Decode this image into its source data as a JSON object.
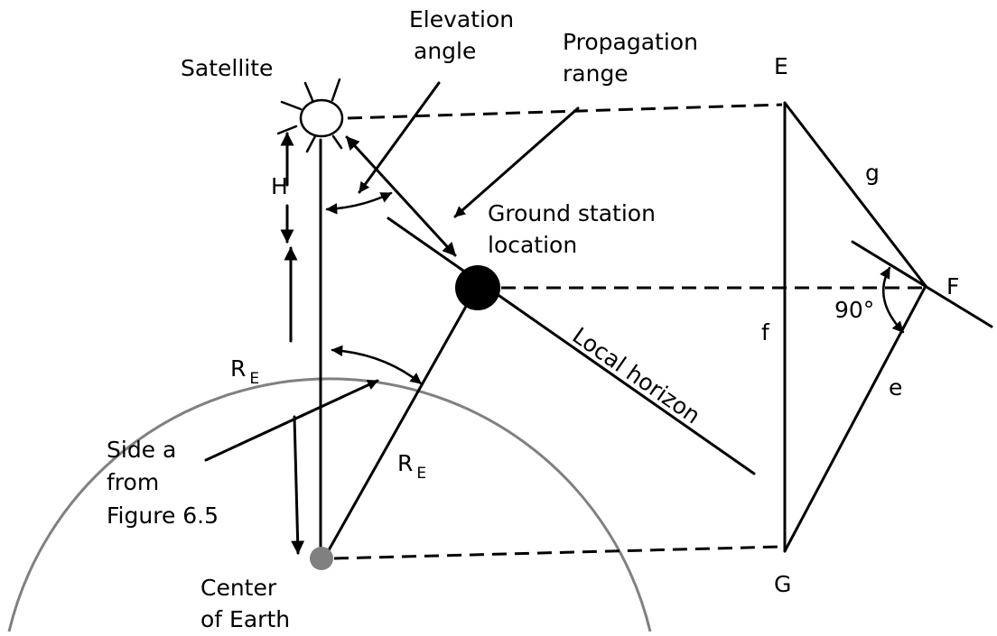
{
  "figure": {
    "labels": {
      "satellite": "Satellite",
      "elevation_angle_1": "Elevation",
      "elevation_angle_2": "angle",
      "propagation_range_1": "Propagation",
      "propagation_range_2": "range",
      "ground_station_1": "Ground station",
      "ground_station_2": "location",
      "height": "H",
      "earth_radius_1": "R",
      "earth_radius_2": "R",
      "radius_subscript": "E",
      "side_a_1": "Side a",
      "side_a_2": "from",
      "side_a_3": "Figure 6.5",
      "center_1": "Center",
      "center_2": "of Earth",
      "local_horizon": "Local horizon"
    },
    "triangle": {
      "vertex_top": "E",
      "vertex_right": "F",
      "vertex_bottom": "G",
      "side_g": "g",
      "side_f": "f",
      "side_e": "e",
      "angle": "90°"
    },
    "colors": {
      "ink": "#000000",
      "earth_outline": "#808080",
      "center_point": "#808080"
    }
  }
}
